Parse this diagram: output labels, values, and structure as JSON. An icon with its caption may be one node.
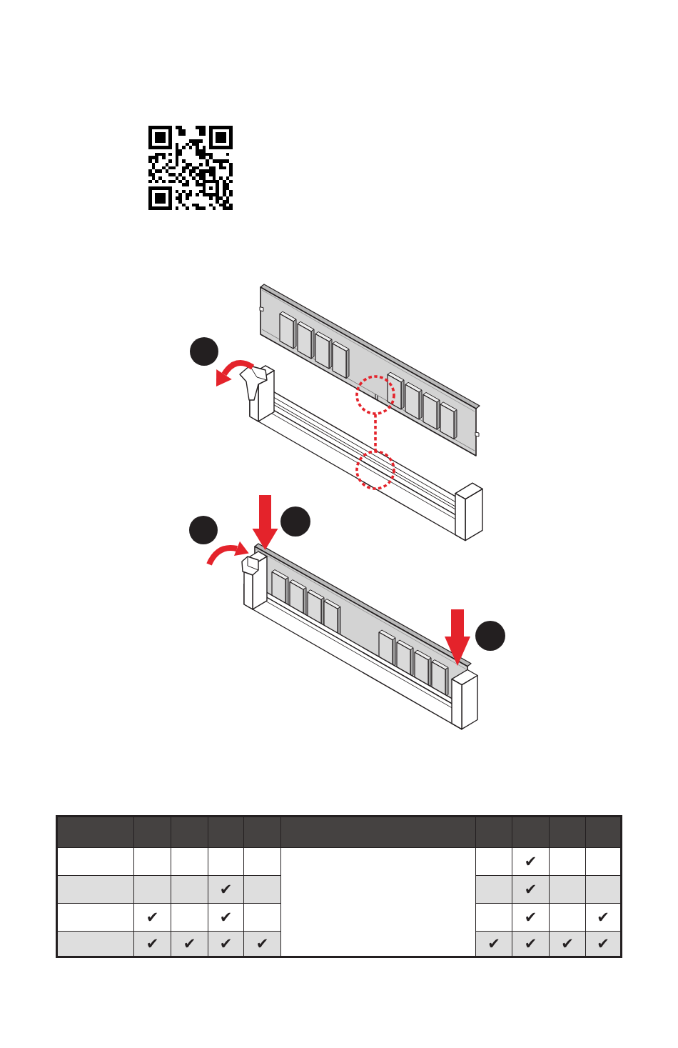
{
  "diagram": {
    "nodes": [
      {
        "text": [],
        "shape": "circle"
      },
      {
        "text": [],
        "shape": "circle"
      },
      {
        "text": [],
        "shape": "circle"
      },
      {
        "text": [],
        "shape": "circle"
      },
      {
        "text": [],
        "shape": "circle"
      },
      {
        "text": [],
        "shape": "circle"
      }
    ],
    "edges": [
      {
        "from": 1,
        "to": 2,
        "arrow": "none",
        "style": "dashed",
        "color": "#e4232b"
      }
    ],
    "labels": [
      "✔",
      "✔",
      "✔",
      "✔",
      "✔",
      "✔",
      "✔",
      "✔",
      "✔",
      "✔",
      "✔",
      "✔",
      "✔",
      "✔",
      "✔"
    ]
  }
}
